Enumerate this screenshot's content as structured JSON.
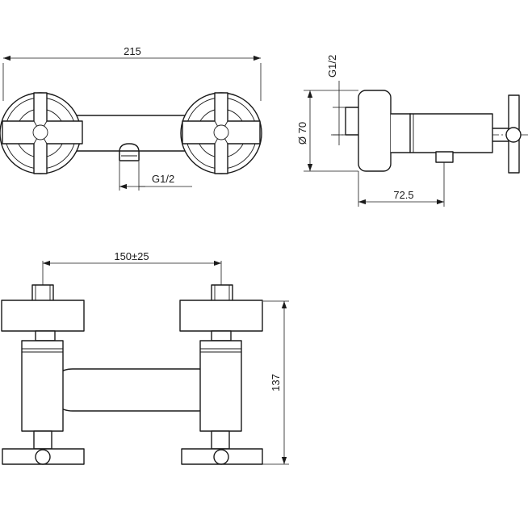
{
  "dimensions": {
    "top_width": "215",
    "top_inlet": "G1/2",
    "side_inlet": "G1/2",
    "side_diameter": "Ø 70",
    "side_depth": "72.5",
    "bottom_spacing": "150±25",
    "bottom_height": "137"
  }
}
